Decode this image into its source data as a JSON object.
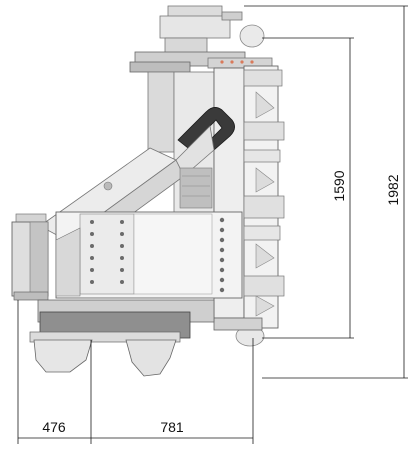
{
  "dimensions": {
    "bottom_left": "476",
    "bottom_right": "781",
    "height_inner": "1590",
    "height_outer": "1982"
  },
  "colors": {
    "line": "#1a1a1a",
    "body_light": "#e8e8e8",
    "body_mid": "#c9c9c9",
    "body_dark": "#8f8f8f",
    "shadow": "#5a5a5a",
    "accent": "#d97a5b"
  }
}
